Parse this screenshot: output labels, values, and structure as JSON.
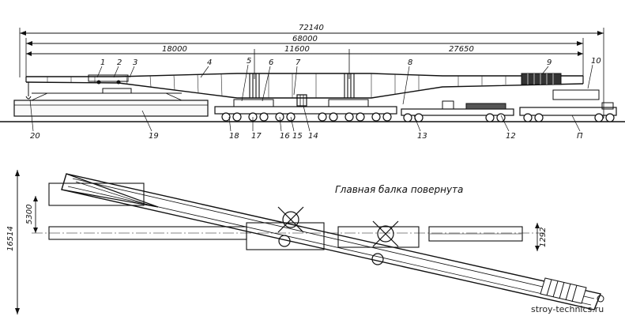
{
  "dimensions": {
    "overall_length": "72140",
    "girder_length": "68000",
    "left_span": "18000",
    "center_span": "11600",
    "right_span": "27650",
    "plan_width": "16514",
    "left_offset": "5300",
    "right_offset": "1292"
  },
  "callouts": [
    "1",
    "2",
    "3",
    "4",
    "5",
    "6",
    "7",
    "8",
    "9",
    "10",
    "П",
    "12",
    "13",
    "14",
    "15",
    "16",
    "17",
    "18",
    "19",
    "20"
  ],
  "plan_caption": "Главная балка повернута",
  "watermark": "stroy-technics.ru"
}
